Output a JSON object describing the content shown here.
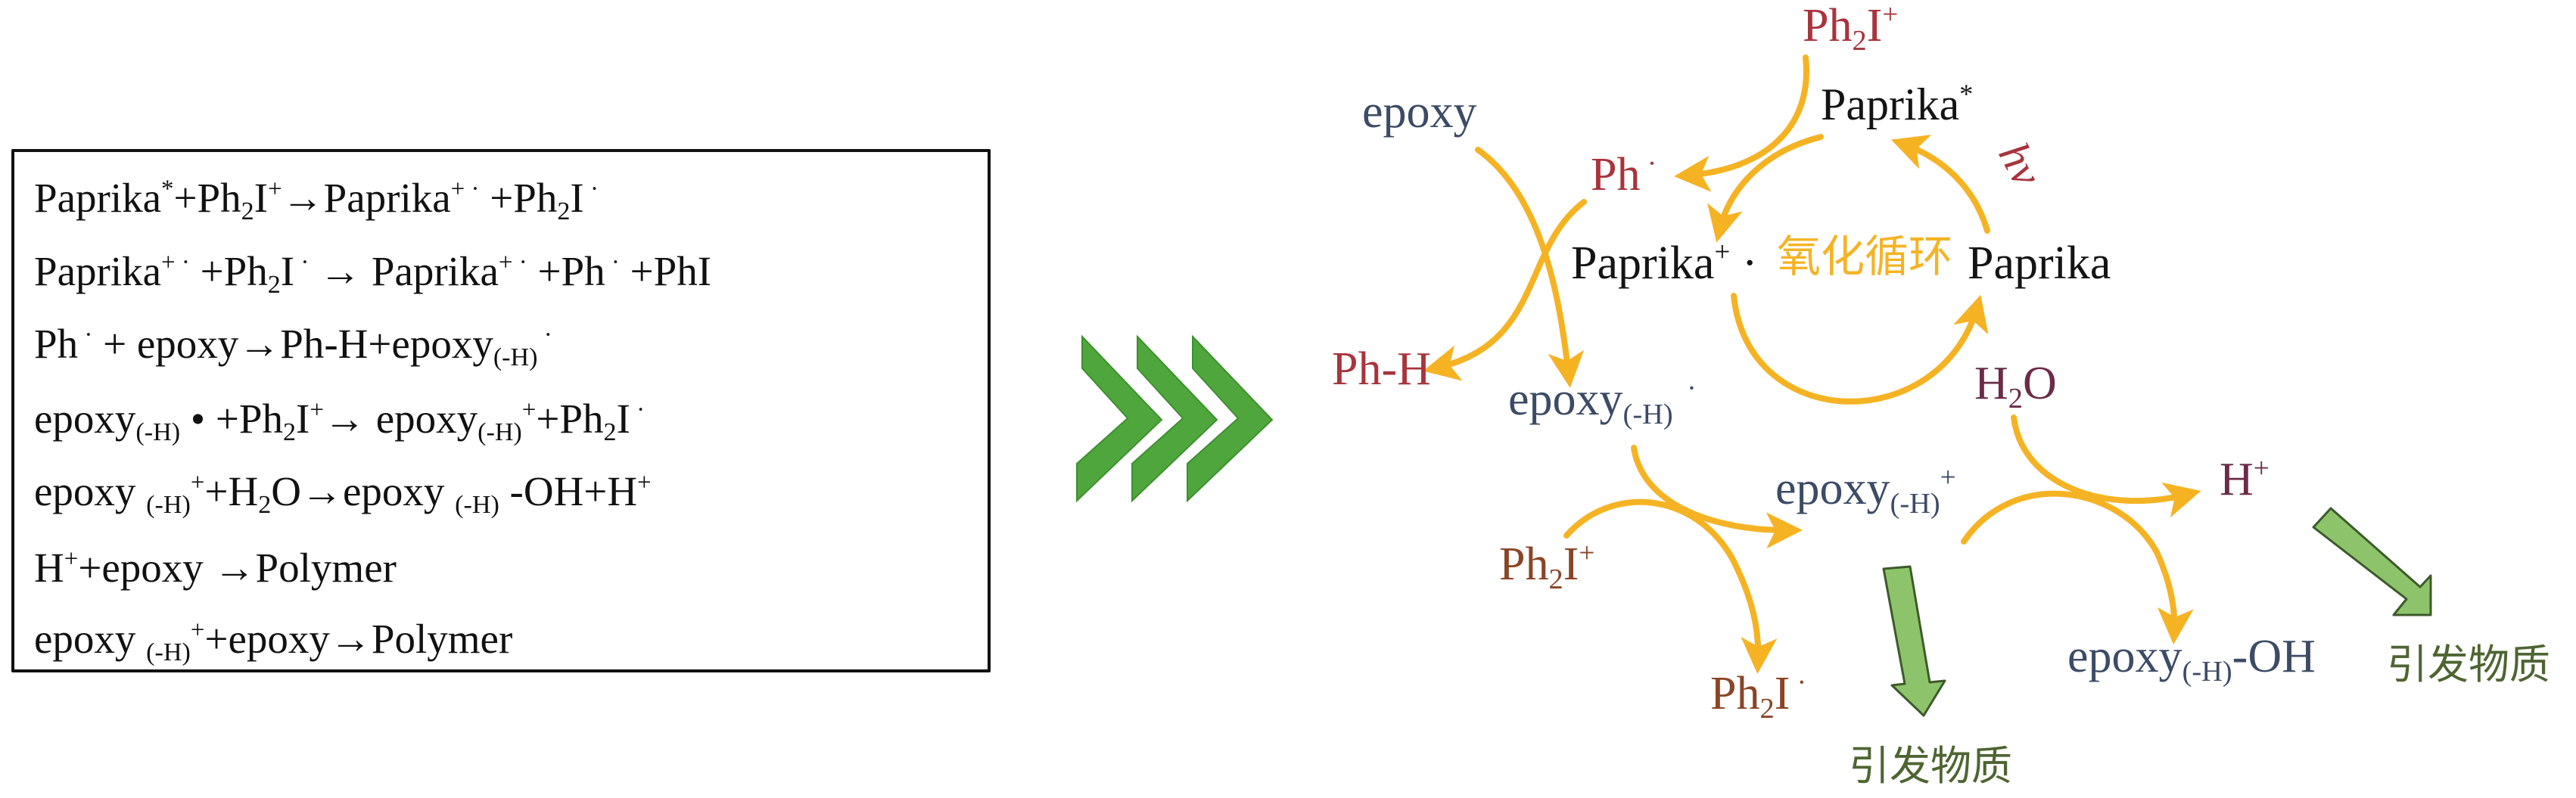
{
  "equations": {
    "lines": [
      {
        "segments": [
          {
            "text": "Paprika",
            "pos": "base"
          },
          {
            "text": "*",
            "pos": "sup"
          },
          {
            "text": "+Ph",
            "pos": "base"
          },
          {
            "text": "2",
            "pos": "sub"
          },
          {
            "text": "I",
            "pos": "base"
          },
          {
            "text": "+",
            "pos": "sup"
          },
          {
            "text": "→Paprika",
            "pos": "base"
          },
          {
            "text": "+ ·",
            "pos": "sup"
          },
          {
            "text": " +Ph",
            "pos": "base"
          },
          {
            "text": "2",
            "pos": "sub"
          },
          {
            "text": "I",
            "pos": "base"
          },
          {
            "text": " ·",
            "pos": "sup"
          }
        ]
      },
      {
        "segments": [
          {
            "text": "Paprika",
            "pos": "base"
          },
          {
            "text": "+ ·",
            "pos": "sup"
          },
          {
            "text": " +Ph",
            "pos": "base"
          },
          {
            "text": "2",
            "pos": "sub"
          },
          {
            "text": "I",
            "pos": "base"
          },
          {
            "text": " ·",
            "pos": "sup"
          },
          {
            "text": " → Paprika",
            "pos": "base"
          },
          {
            "text": "+ ·",
            "pos": "sup"
          },
          {
            "text": " +Ph",
            "pos": "base"
          },
          {
            "text": " ·",
            "pos": "sup"
          },
          {
            "text": " +PhI",
            "pos": "base"
          }
        ]
      },
      {
        "segments": [
          {
            "text": "Ph",
            "pos": "base"
          },
          {
            "text": " ·",
            "pos": "sup"
          },
          {
            "text": " + epoxy→Ph-H+epoxy",
            "pos": "base"
          },
          {
            "text": "(-H)",
            "pos": "sub"
          },
          {
            "text": " ·",
            "pos": "sup"
          }
        ]
      },
      {
        "segments": [
          {
            "text": "epoxy",
            "pos": "base"
          },
          {
            "text": "(-H)",
            "pos": "sub"
          },
          {
            "text": " • +Ph",
            "pos": "base"
          },
          {
            "text": "2",
            "pos": "sub"
          },
          {
            "text": "I",
            "pos": "base"
          },
          {
            "text": "+",
            "pos": "sup"
          },
          {
            "text": "→ epoxy",
            "pos": "base"
          },
          {
            "text": "(-H)",
            "pos": "sub"
          },
          {
            "text": "+",
            "pos": "sup"
          },
          {
            "text": "+Ph",
            "pos": "base"
          },
          {
            "text": "2",
            "pos": "sub"
          },
          {
            "text": "I",
            "pos": "base"
          },
          {
            "text": " ·",
            "pos": "sup"
          }
        ]
      },
      {
        "segments": [
          {
            "text": "epoxy ",
            "pos": "base"
          },
          {
            "text": "(-H)",
            "pos": "sub"
          },
          {
            "text": "+",
            "pos": "sup"
          },
          {
            "text": "+H",
            "pos": "base"
          },
          {
            "text": "2",
            "pos": "sub"
          },
          {
            "text": "O→epoxy ",
            "pos": "base"
          },
          {
            "text": "(-H)",
            "pos": "sub"
          },
          {
            "text": " -OH+H",
            "pos": "base"
          },
          {
            "text": "+",
            "pos": "sup"
          }
        ]
      },
      {
        "segments": [
          {
            "text": "H",
            "pos": "base"
          },
          {
            "text": "+",
            "pos": "sup"
          },
          {
            "text": "+epoxy →Polymer",
            "pos": "base"
          }
        ]
      },
      {
        "segments": [
          {
            "text": "epoxy ",
            "pos": "base"
          },
          {
            "text": "(-H)",
            "pos": "sub"
          },
          {
            "text": "+",
            "pos": "sup"
          },
          {
            "text": "+epoxy→Polymer",
            "pos": "base"
          }
        ]
      }
    ]
  },
  "diagram": {
    "labels": {
      "ph2i_top": {
        "segments": [
          {
            "text": "Ph",
            "pos": "base"
          },
          {
            "text": "2",
            "pos": "sub"
          },
          {
            "text": "I",
            "pos": "base"
          },
          {
            "text": "+",
            "pos": "sup"
          }
        ]
      },
      "paprika_excited": {
        "segments": [
          {
            "text": "Paprika",
            "pos": "base"
          },
          {
            "text": "*",
            "pos": "sup"
          }
        ]
      },
      "epoxy": {
        "segments": [
          {
            "text": "epoxy",
            "pos": "base"
          }
        ]
      },
      "phenyl_radical": {
        "segments": [
          {
            "text": "Ph",
            "pos": "base"
          },
          {
            "text": " ·",
            "pos": "sup"
          }
        ]
      },
      "paprika_radical_cation": {
        "segments": [
          {
            "text": "Paprika",
            "pos": "base"
          },
          {
            "text": "+",
            "pos": "sup"
          },
          {
            "text": " · ",
            "pos": "base"
          }
        ]
      },
      "paprika": {
        "segments": [
          {
            "text": "Paprika",
            "pos": "base"
          }
        ]
      },
      "ph_h": {
        "segments": [
          {
            "text": "Ph-H",
            "pos": "base"
          }
        ]
      },
      "epoxy_h_radical": {
        "segments": [
          {
            "text": "epoxy",
            "pos": "base"
          },
          {
            "text": "(-H)",
            "pos": "sub"
          },
          {
            "text": "  ·",
            "pos": "sup"
          }
        ]
      },
      "h2o": {
        "segments": [
          {
            "text": "H",
            "pos": "base"
          },
          {
            "text": "2",
            "pos": "sub"
          },
          {
            "text": "O",
            "pos": "base"
          }
        ]
      },
      "epoxy_h_cation": {
        "segments": [
          {
            "text": "epoxy",
            "pos": "base"
          },
          {
            "text": "(-H)",
            "pos": "sub"
          },
          {
            "text": "+",
            "pos": "sup"
          }
        ]
      },
      "ph2i_plus": {
        "segments": [
          {
            "text": "Ph",
            "pos": "base"
          },
          {
            "text": "2",
            "pos": "sub"
          },
          {
            "text": "I",
            "pos": "base"
          },
          {
            "text": "+",
            "pos": "sup"
          }
        ]
      },
      "h_plus": {
        "segments": [
          {
            "text": "H",
            "pos": "base"
          },
          {
            "text": "+",
            "pos": "sup"
          }
        ]
      },
      "ph2i_radical": {
        "segments": [
          {
            "text": "Ph",
            "pos": "base"
          },
          {
            "text": "2",
            "pos": "sub"
          },
          {
            "text": "I",
            "pos": "base"
          },
          {
            "text": " ·",
            "pos": "sup"
          }
        ]
      },
      "epoxy_h_oh": {
        "segments": [
          {
            "text": "epoxy",
            "pos": "base"
          },
          {
            "text": "(-H)",
            "pos": "sub"
          },
          {
            "text": "-OH",
            "pos": "base"
          }
        ]
      }
    },
    "cycle_label": "氧化循环",
    "light": "hν",
    "initiator_1": "引发物质",
    "initiator_2": "引发物质"
  },
  "colors": {
    "arc": "#F5B324",
    "chevron": "#4FA63C",
    "initiator_arrow_fill": "#8DC46B",
    "initiator_arrow_stroke": "#3D5A2A"
  }
}
